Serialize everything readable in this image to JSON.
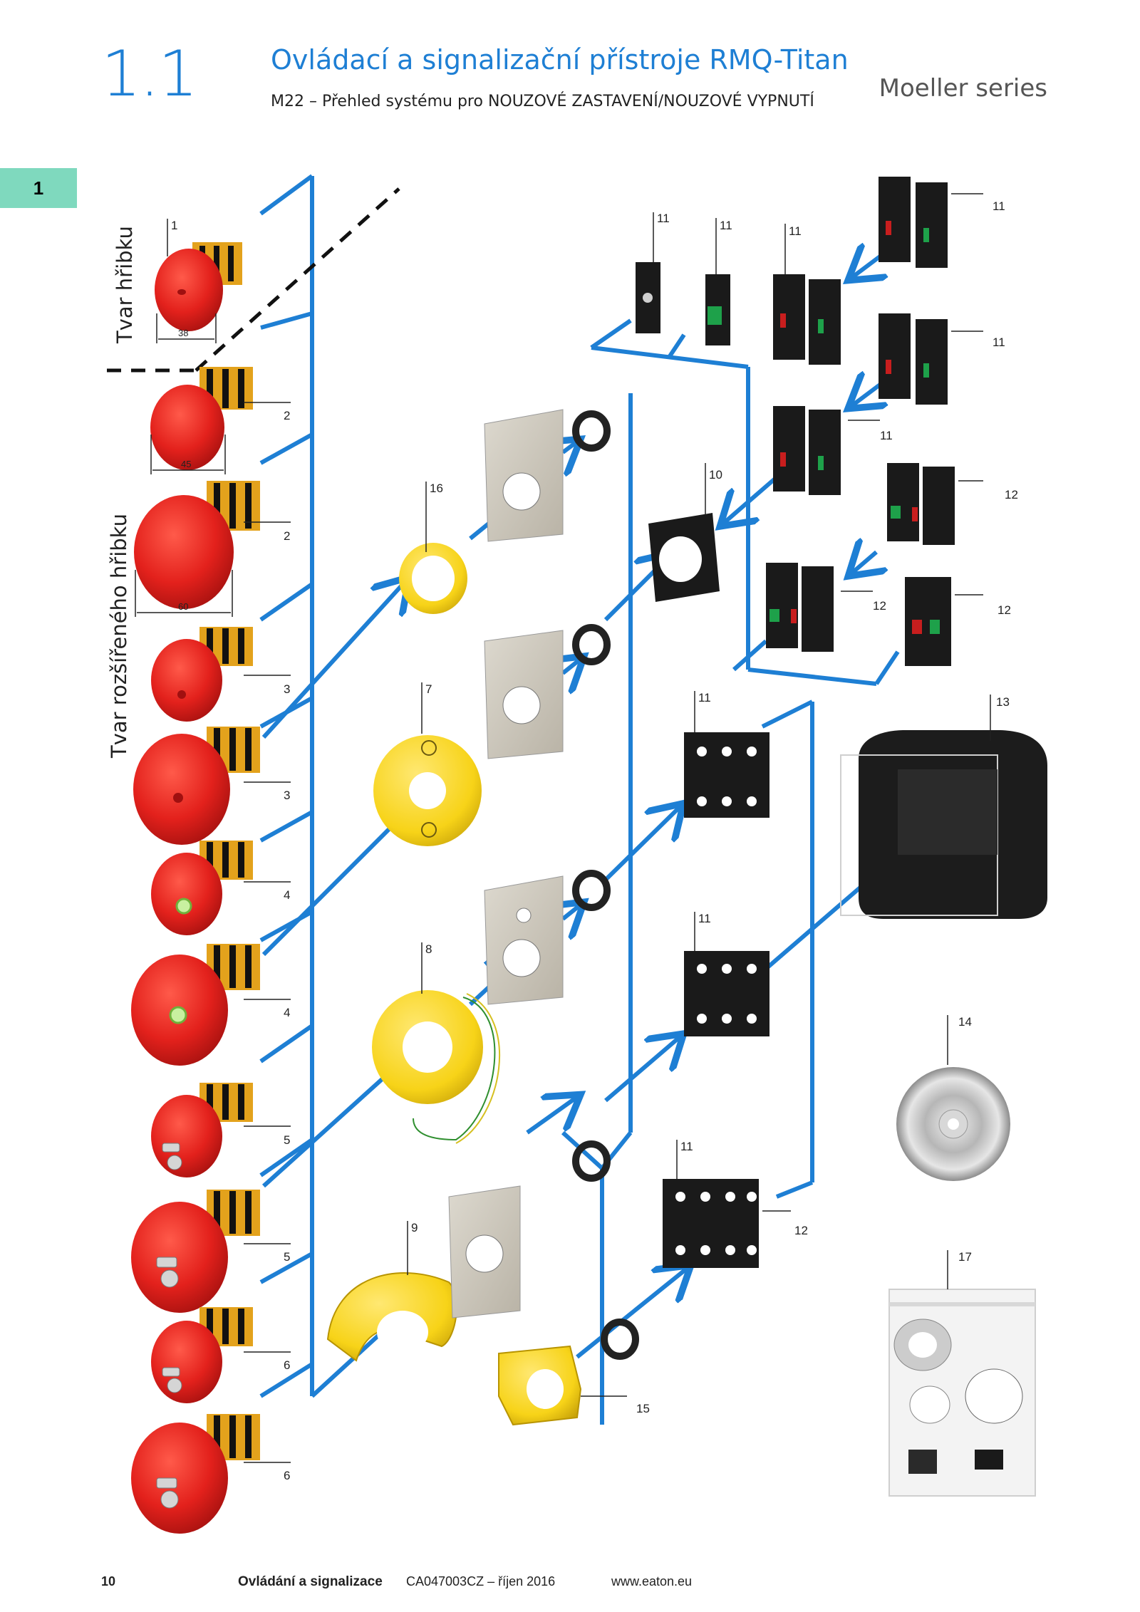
{
  "header": {
    "section_number": "1.1",
    "title": "Ovládací a signalizační přístroje RMQ-Titan",
    "subtitle": "M22 – Přehled systému pro NOUZOVÉ ZASTAVENÍ/NOUZOVÉ VYPNUTÍ",
    "series": "Moeller series"
  },
  "tab_label": "1",
  "side_labels": {
    "mushroom": "Tvar hřibku",
    "extended_mushroom": "Tvar rozšířeného hřibku"
  },
  "dimensions": {
    "d1": "38",
    "d2": "45",
    "d3": "60"
  },
  "callouts": {
    "c1": "1",
    "c2a": "2",
    "c2b": "2",
    "c3a": "3",
    "c3b": "3",
    "c4a": "4",
    "c4b": "4",
    "c5a": "5",
    "c5b": "5",
    "c6a": "6",
    "c6b": "6",
    "c7": "7",
    "c8": "8",
    "c9": "9",
    "c10": "10",
    "c11a": "11",
    "c11b": "11",
    "c11c": "11",
    "c11d": "11",
    "c11e": "11",
    "c11f": "11",
    "c11g": "11",
    "c11h": "11",
    "c11i": "11",
    "c12a": "12",
    "c12b": "12",
    "c12c": "12",
    "c12d": "12",
    "c13": "13",
    "c14": "14",
    "c15": "15",
    "c16": "16",
    "c17": "17"
  },
  "colors": {
    "accent": "#1e7fd4",
    "tab": "#7fd9be",
    "button_red": "#e3211c",
    "ring_yellow": "#f7d318"
  },
  "footer": {
    "page": "10",
    "section": "Ovládání a signalizace",
    "doc": "CA047003CZ – říjen 2016",
    "url": "www.eaton.eu"
  }
}
